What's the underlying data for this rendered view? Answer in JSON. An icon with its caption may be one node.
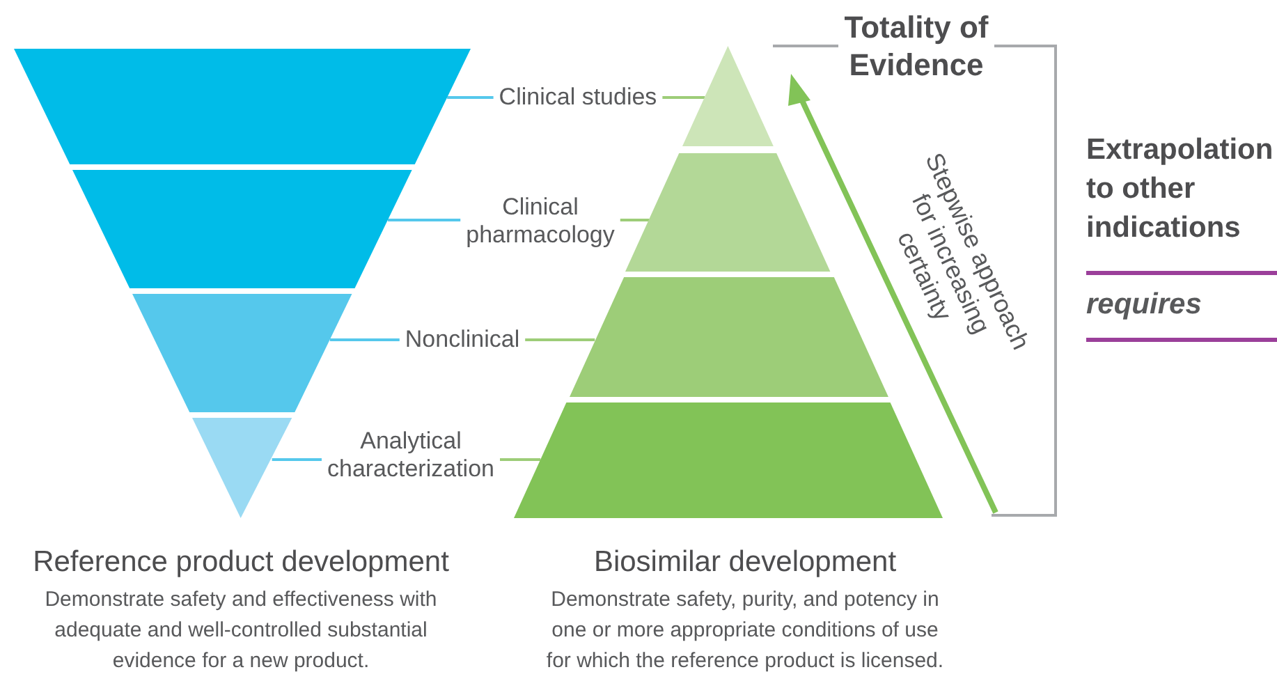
{
  "diagram": {
    "nodes": [
      {
        "text": [],
        "shape": "trapezoid"
      },
      {
        "text": [],
        "shape": "trapezoid"
      },
      {
        "text": [],
        "shape": "trapezoid"
      },
      {
        "text": [],
        "shape": "triangle"
      },
      {
        "text": [],
        "shape": "triangle"
      },
      {
        "text": [],
        "shape": "trapezoid"
      },
      {
        "text": [],
        "shape": "trapezoid"
      },
      {
        "text": [],
        "shape": "trapezoid"
      },
      {
        "text": [
          "Clinical studies"
        ]
      },
      {
        "text": [
          "Clinical pharmacology"
        ]
      },
      {
        "text": [
          "Nonclinical"
        ]
      },
      {
        "text": [
          "Analytical characterization"
        ]
      }
    ],
    "edges": [
      {
        "from": 8,
        "to": 0,
        "arrow": "none"
      },
      {
        "from": 8,
        "to": 4,
        "arrow": "none",
        "color": "#9dcd78"
      },
      {
        "from": 9,
        "to": 1,
        "arrow": "none"
      },
      {
        "from": 9,
        "to": 5,
        "arrow": "none",
        "color": "#9dcd78"
      },
      {
        "from": 10,
        "to": 2,
        "arrow": "none"
      },
      {
        "from": 10,
        "to": 6,
        "arrow": "none",
        "color": "#9dcd78"
      },
      {
        "from": 11,
        "to": 3,
        "arrow": "none"
      },
      {
        "from": 11,
        "to": 7,
        "arrow": "none",
        "color": "#9dcd78"
      }
    ],
    "labels": [
      "Totality of Evidence",
      "Stepwise approach for increasing certainty",
      "Extrapolation to other indications",
      "requires",
      "Reference product development",
      "Demonstrate safety and effectiveness with adequate and well-controlled substantial evidence for a new product.",
      "Biosimilar development",
      "Demonstrate safety, purity, and potency in one or more appropriate conditions of use for which the reference product is licensed."
    ]
  }
}
